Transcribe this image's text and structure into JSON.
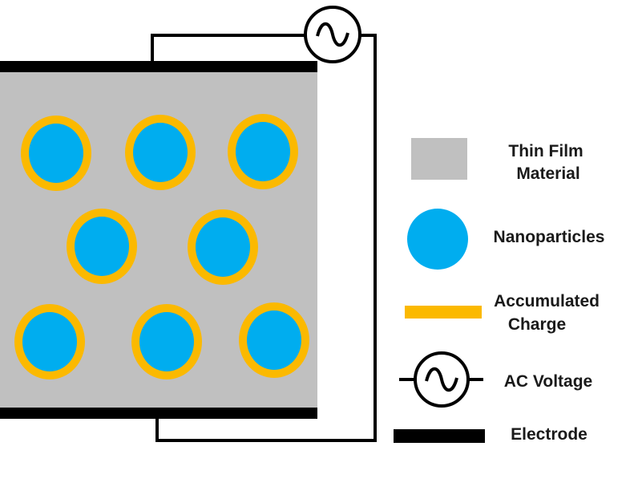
{
  "colors": {
    "film": "#c0c0c0",
    "nanoparticle": "#00adef",
    "charge": "#fbb900",
    "electrode": "#000000",
    "wire": "#000000",
    "background": "#ffffff"
  },
  "icons": {
    "ac_source": "ac-source-icon",
    "nanoparticle": "nanoparticle-icon"
  },
  "nanoparticle_count": 8,
  "legend": {
    "thin_film": {
      "line1": "Thin Film",
      "line2": "Material"
    },
    "nanoparticles": {
      "label": "Nanoparticles"
    },
    "accumulated_charge": {
      "line1": "Accumulated",
      "line2": "Charge"
    },
    "ac_voltage": {
      "label": "AC Voltage"
    },
    "electrode": {
      "label": "Electrode"
    }
  }
}
